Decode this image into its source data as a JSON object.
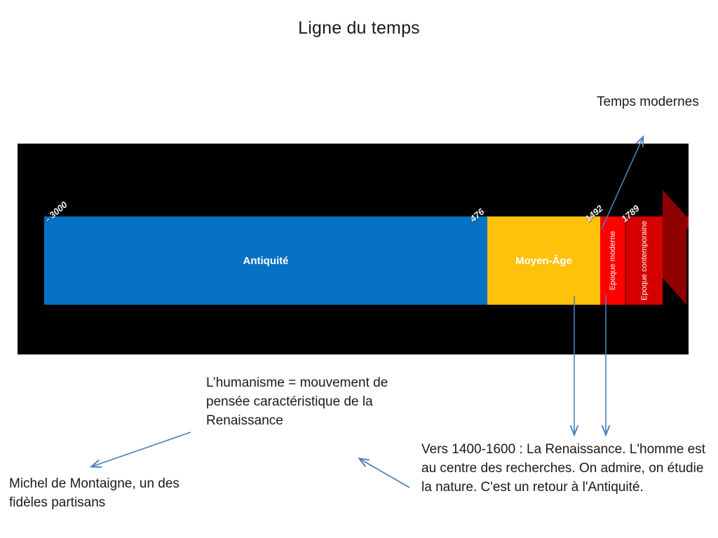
{
  "slide": {
    "title": "Ligne du temps",
    "background_color": "#ffffff"
  },
  "timeline": {
    "panel_background": "#000000",
    "eras": [
      {
        "name": "Antiquité",
        "label": "Antiquité",
        "start_date_label": "- 3000",
        "end_date_label": "476",
        "front_color": "#0672C3",
        "top_color": "#005595",
        "orientation": "horizontal"
      },
      {
        "name": "Moyen-Âge",
        "label": "Moyen-Âge",
        "start_date_label": "476",
        "end_date_label": "1492",
        "front_color": "#FFC20A",
        "top_color": "#BC9000",
        "orientation": "horizontal"
      },
      {
        "name": "Epoque moderne",
        "label": "Epoque moderne",
        "start_date_label": "1492",
        "end_date_label": "1789",
        "front_color": "#FE0000",
        "top_color": "#C10000",
        "orientation": "vertical"
      },
      {
        "name": "Epoque contemporaine",
        "label": "Epoque contemporaine",
        "start_date_label": "1789",
        "end_date_label": "",
        "front_color": "#D40000",
        "top_color": "#A50000",
        "orientation": "vertical"
      }
    ],
    "date_labels": [
      "- 3000",
      "476",
      "1492",
      "1789"
    ]
  },
  "callouts": {
    "temps_modernes": "Temps modernes",
    "humanisme": "L’humanisme = mouvement de pensée caractéristique de la Renaissance",
    "montaigne": "Michel de Montaigne, un des fidèles partisans",
    "renaissance": "Vers 1400-1600 : La Renaissance. L'homme est au centre des recherches. On admire, on étudie la nature. C'est un retour à l'Antiquité."
  },
  "arrows": {
    "color": "#4A7EBB",
    "items": [
      {
        "name": "arrow-to-temps-modernes",
        "from": "epoque-moderne-block",
        "to": "temps-modernes-label"
      },
      {
        "name": "arrow-renaissance-left",
        "from": "epoque-moderne-block",
        "to": "renaissance-text"
      },
      {
        "name": "arrow-renaissance-right",
        "from": "epoque-contemporaine-block",
        "to": "renaissance-text"
      },
      {
        "name": "arrow-humanisme-to-montaigne",
        "from": "humanisme-text",
        "to": "montaigne-text"
      },
      {
        "name": "arrow-renaissance-to-humanisme",
        "from": "renaissance-text",
        "to": "humanisme-text"
      }
    ]
  }
}
